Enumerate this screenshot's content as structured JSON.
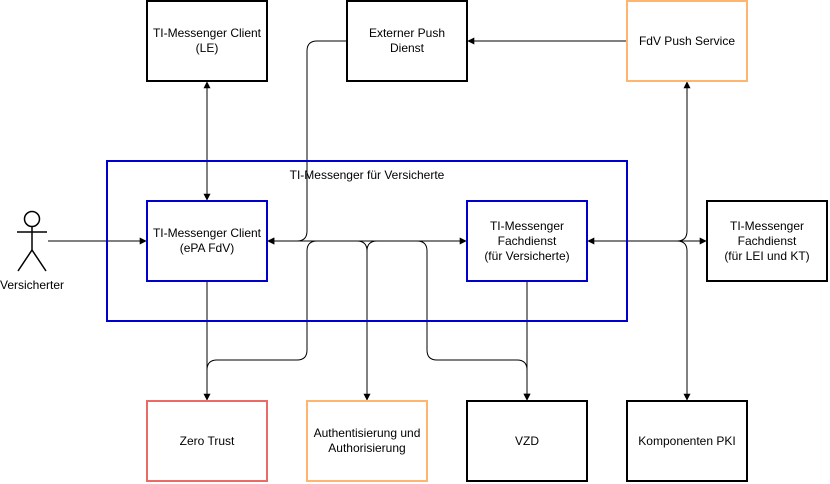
{
  "colors": {
    "black": "#000000",
    "blue": "#0000cc",
    "orange": "#ffb570",
    "red": "#ea6b66"
  },
  "container": {
    "title": "TI-Messenger für Versicherte"
  },
  "actor": {
    "label": "Versicherter"
  },
  "boxes": {
    "client_le": "TI-Messenger Client\n(LE)",
    "external_push": "Externer Push Dienst",
    "fdv_push": "FdV Push Service",
    "client_epa": "TI-Messenger Client\n(ePA FdV)",
    "fachdienst_vers": "TI-Messenger\nFachdienst\n(für Versicherte)",
    "fachdienst_lei": "TI-Messenger\nFachdienst\n(für LEI und KT)",
    "zero_trust": "Zero Trust",
    "authn": "Authentisierung und\nAuthorisierung",
    "vzd": "VZD",
    "pki": "Komponenten PKI"
  }
}
